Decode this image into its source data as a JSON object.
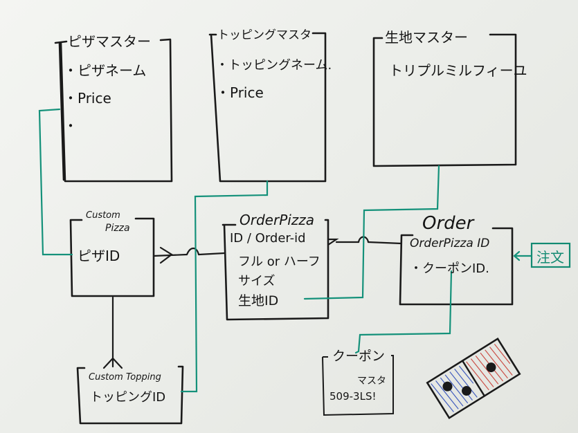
{
  "colors": {
    "ink": "#1a1a1a",
    "connector": "#14917a",
    "order_box": "#128a72",
    "pizza_red": "#c7362e",
    "pizza_blue": "#2747b8",
    "board": "#eef0ec"
  },
  "entities": {
    "pizza_master": {
      "title": "ピザマスター",
      "fields": [
        "・ピザネーム",
        "・Price",
        "・"
      ]
    },
    "topping_master": {
      "title": "トッピングマスタ",
      "fields": [
        "・トッピングネーム.",
        "・Price"
      ]
    },
    "dough_master": {
      "title": "生地マスター",
      "fields": [
        "トリプルミルフィーユ"
      ]
    },
    "custom_pizza": {
      "title_line1": "Custom",
      "title_line2": "Pizza",
      "fields": [
        "ピザID"
      ]
    },
    "order_pizza": {
      "title": "OrderPizza",
      "fields": [
        "ID / Order-id",
        "フル or ハーフ",
        "サイズ",
        "生地ID"
      ]
    },
    "order": {
      "title": "Order",
      "fields": [
        "OrderPizza ID",
        "・クーポンID."
      ]
    },
    "custom_topping": {
      "title": "Custom Topping",
      "fields": [
        "トッピングID"
      ]
    },
    "coupon": {
      "title": "クーポン",
      "fields": [
        "マスタ",
        "509-3LS!"
      ]
    }
  },
  "annotations": {
    "order_label": "注文"
  },
  "decor": {
    "domino_icon": "domino-logo-icon"
  }
}
